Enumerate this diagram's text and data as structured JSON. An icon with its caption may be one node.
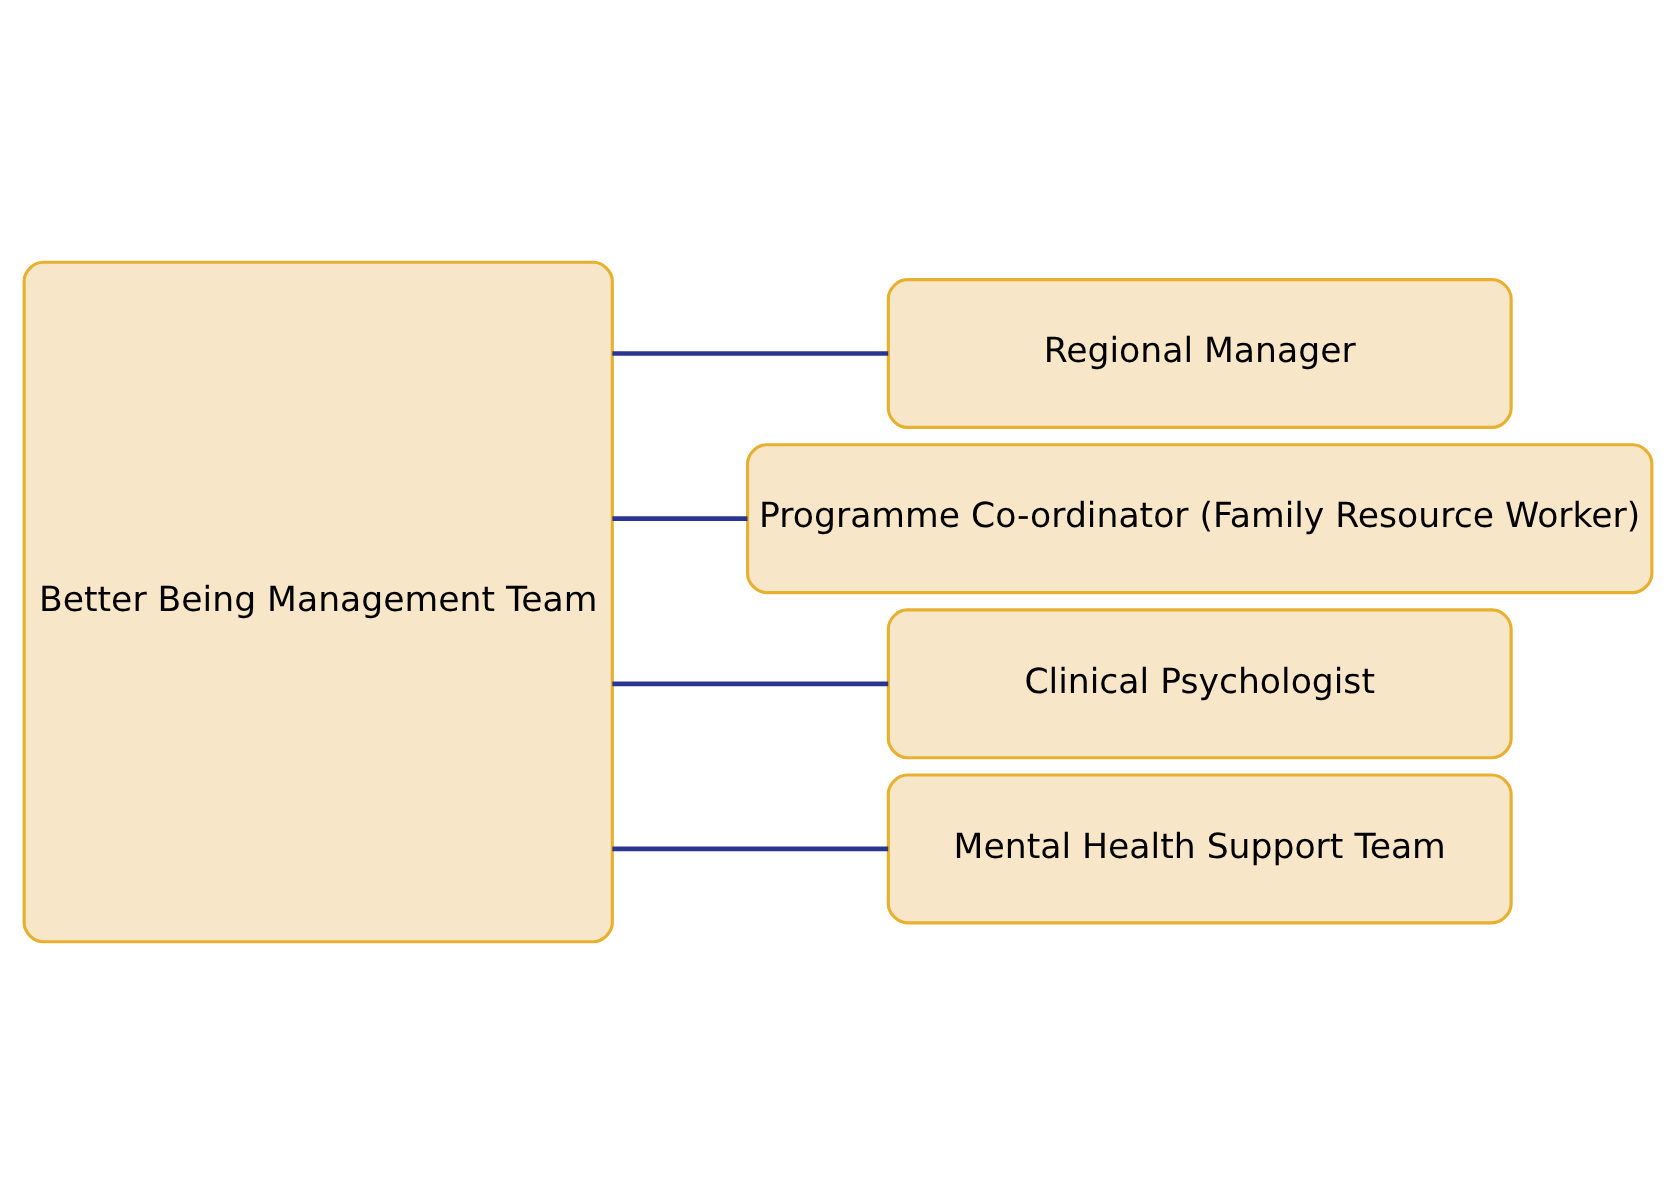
{
  "diagram": {
    "nodes": [
      {
        "text": [
          "Better Being Management Team"
        ]
      },
      {
        "text": [
          "Regional Manager"
        ]
      },
      {
        "text": [
          "Programme Co-ordinator (Family Resource Worker)"
        ]
      },
      {
        "text": [
          "Clinical Psychologist"
        ]
      },
      {
        "text": [
          "Mental Health Support Team"
        ]
      }
    ],
    "edges": [
      {
        "from": 0,
        "to": 1,
        "arrow": "none"
      },
      {
        "from": 0,
        "to": 2,
        "arrow": "none"
      },
      {
        "from": 0,
        "to": 3,
        "arrow": "none"
      },
      {
        "from": 0,
        "to": 4,
        "arrow": "none"
      }
    ]
  }
}
